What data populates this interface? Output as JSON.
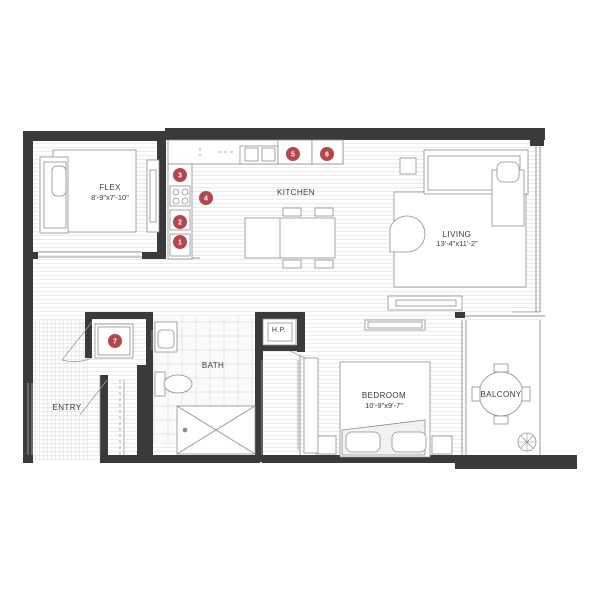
{
  "rooms": {
    "flex": {
      "name": "FLEX",
      "dims": "8'-9\"x7'-10\""
    },
    "kitchen": {
      "name": "KITCHEN"
    },
    "living": {
      "name": "LIVING",
      "dims": "13'-4\"x11'-2\""
    },
    "bath": {
      "name": "BATH"
    },
    "hp": {
      "name": "H.P."
    },
    "bedroom": {
      "name": "BEDROOM",
      "dims": "10'-9\"x9'-7\""
    },
    "balcony": {
      "name": "BALCONY"
    },
    "entry": {
      "name": "ENTRY"
    }
  },
  "markers": [
    "1",
    "2",
    "3",
    "4",
    "5",
    "6",
    "7"
  ],
  "colors": {
    "wall": "#3a3a3c",
    "marker": "#b5474c",
    "line": "#9a9a9a",
    "floor": "#d9d9d9"
  }
}
